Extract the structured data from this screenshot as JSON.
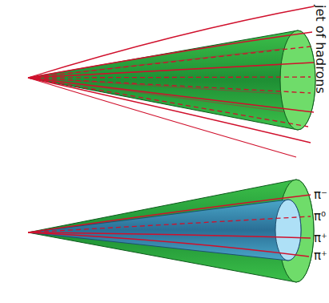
{
  "diagram": {
    "labels": [
      "jet of hadrons",
      "π⁻",
      "π⁰",
      "π⁺",
      "π⁺"
    ]
  }
}
